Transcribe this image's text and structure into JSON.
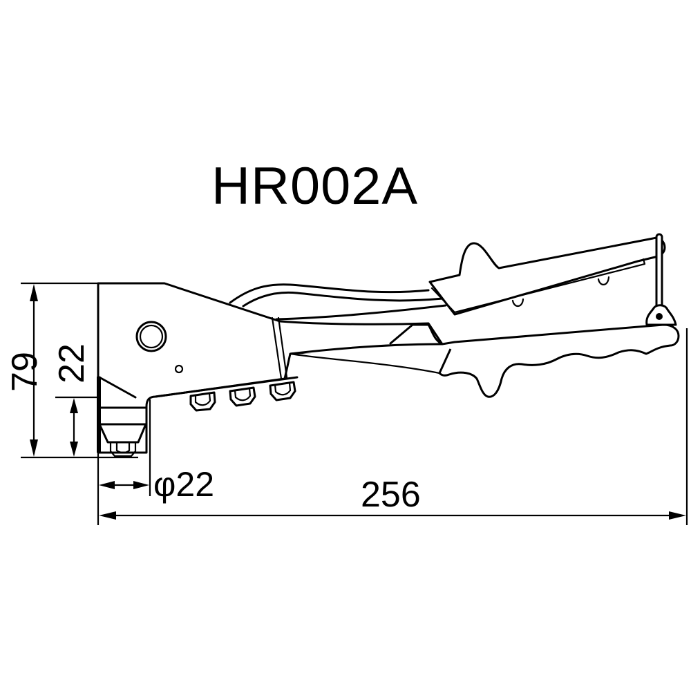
{
  "diagram": {
    "title": "HR002A",
    "subject": "hand rivet tool side view",
    "dimensions": {
      "overall_height": "79",
      "nose_height": "22",
      "nose_diameter": "φ22",
      "overall_length": "256"
    },
    "colors": {
      "line": "#000000",
      "background": "#ffffff"
    }
  }
}
